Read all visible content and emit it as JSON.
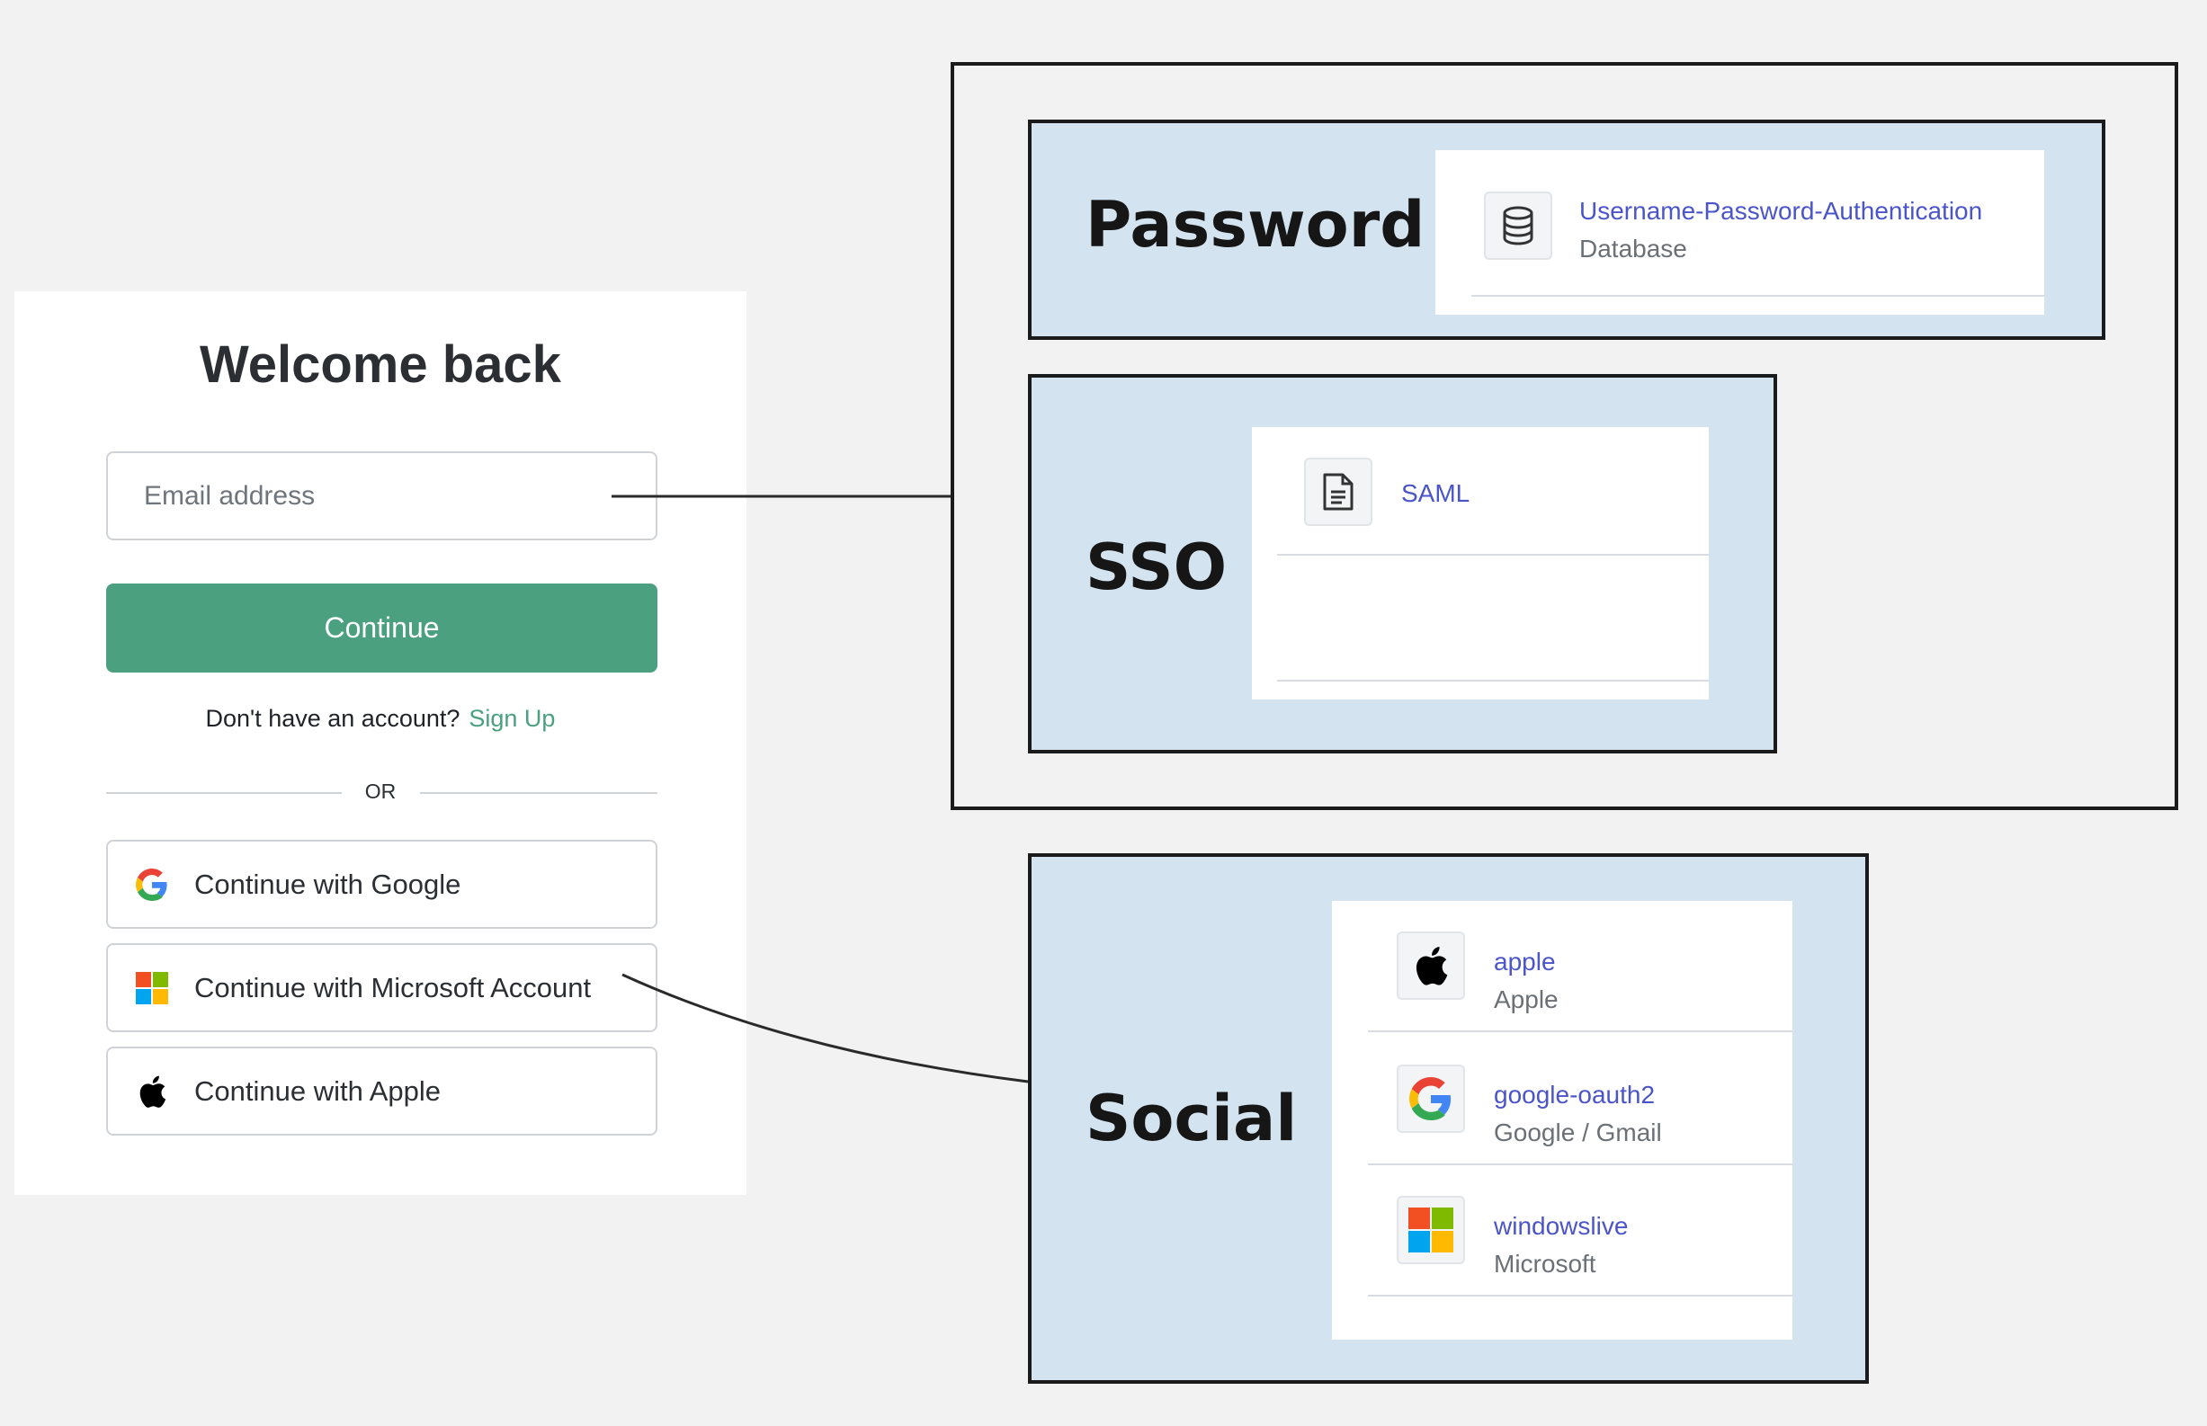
{
  "login": {
    "title": "Welcome back",
    "email_placeholder": "Email address",
    "continue_label": "Continue",
    "no_account_text": "Don't have an account?",
    "signup_link": "Sign Up",
    "divider_text": "OR",
    "social_buttons": [
      {
        "label": "Continue with Google",
        "icon": "google-icon"
      },
      {
        "label": "Continue with Microsoft Account",
        "icon": "microsoft-icon"
      },
      {
        "label": "Continue with Apple",
        "icon": "apple-icon"
      }
    ]
  },
  "groups": {
    "password": {
      "title": "Password",
      "connections": [
        {
          "name": "Username-Password-Authentication",
          "subtitle": "Database",
          "icon": "database-icon"
        }
      ]
    },
    "sso": {
      "title": "SSO",
      "connections": [
        {
          "name": "SAML",
          "icon": "document-icon"
        }
      ]
    },
    "social": {
      "title": "Social",
      "connections": [
        {
          "name": "apple",
          "subtitle": "Apple",
          "icon": "apple-icon"
        },
        {
          "name": "google-oauth2",
          "subtitle": "Google / Gmail",
          "icon": "google-icon"
        },
        {
          "name": "windowslive",
          "subtitle": "Microsoft",
          "icon": "microsoft-icon"
        }
      ]
    }
  },
  "colors": {
    "accent_green": "#4aa07f",
    "link_blue": "#4b55c9",
    "group_fill": "#d3e3f0",
    "background": "#f2f2f2"
  }
}
